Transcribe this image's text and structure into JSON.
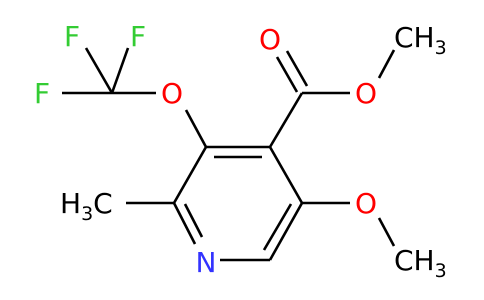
{
  "atoms": {
    "f_top_left": {
      "symbol": "F",
      "color": "#33cc33"
    },
    "f_top_right": {
      "symbol": "F",
      "color": "#33cc33"
    },
    "f_left": {
      "symbol": "F",
      "color": "#33cc33"
    },
    "o_ether": {
      "symbol": "O",
      "color": "#ff0000"
    },
    "o_carbonyl": {
      "symbol": "O",
      "color": "#ff0000"
    },
    "o_ester": {
      "symbol": "O",
      "color": "#ff0000"
    },
    "o_methoxy": {
      "symbol": "O",
      "color": "#ff0000"
    },
    "n_ring": {
      "symbol": "N",
      "color": "#3333ff"
    },
    "ch3_ester": {
      "main": "CH",
      "sub": "3",
      "color": "#000000"
    },
    "ch3_methyl": {
      "main": "H",
      "sub": "3",
      "tail": "C",
      "color": "#000000"
    },
    "ch3_methoxy": {
      "main": "CH",
      "sub": "3",
      "color": "#000000"
    }
  }
}
